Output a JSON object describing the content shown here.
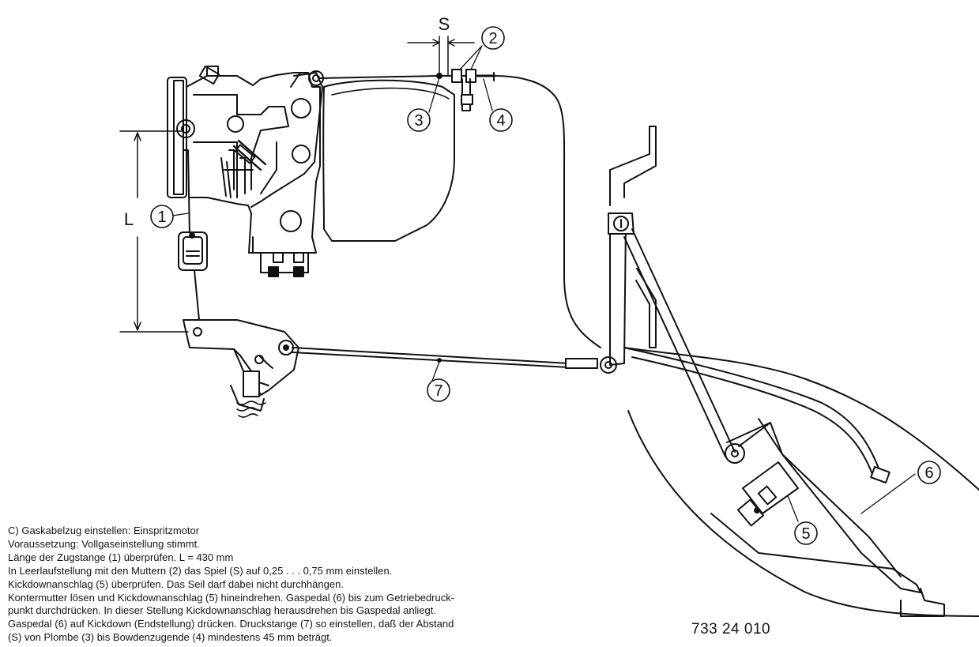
{
  "figure": {
    "dimension_labels": {
      "S": "S",
      "L": "L"
    },
    "callouts": {
      "c1": "1",
      "c2": "2",
      "c3": "3",
      "c4": "4",
      "c5": "5",
      "c6": "6",
      "c7": "7"
    },
    "figure_number": "733 24 010"
  },
  "caption": {
    "lines": [
      "C) Gaskabelzug einstellen: Einspritzmotor",
      "Voraussetzung: Vollgaseinstellung stimmt.",
      "Länge der Zugstange (1) überprüfen. L = 430 mm",
      "In Leerlaufstellung mit den Muttern (2) das Spiel (S) auf 0,25 . . . 0,75 mm einstellen.",
      "Kickdownanschlag (5) überprüfen. Das Seil darf dabei nicht durchhängen.",
      "Kontermutter lösen und Kickdownanschlag (5) hineindrehen. Gaspedal (6) bis zum Getriebedruck-",
      "punkt durchdrücken. In dieser Stellung Kickdownanschlag herausdrehen bis Gaspedal anliegt.",
      "Gaspedal (6) auf Kickdown (Endstellung) drücken. Druckstange (7) so einstellen, daß der Abstand",
      "(S) von Plombe (3) bis Bowdenzugende (4) mindestens 45 mm beträgt."
    ]
  }
}
